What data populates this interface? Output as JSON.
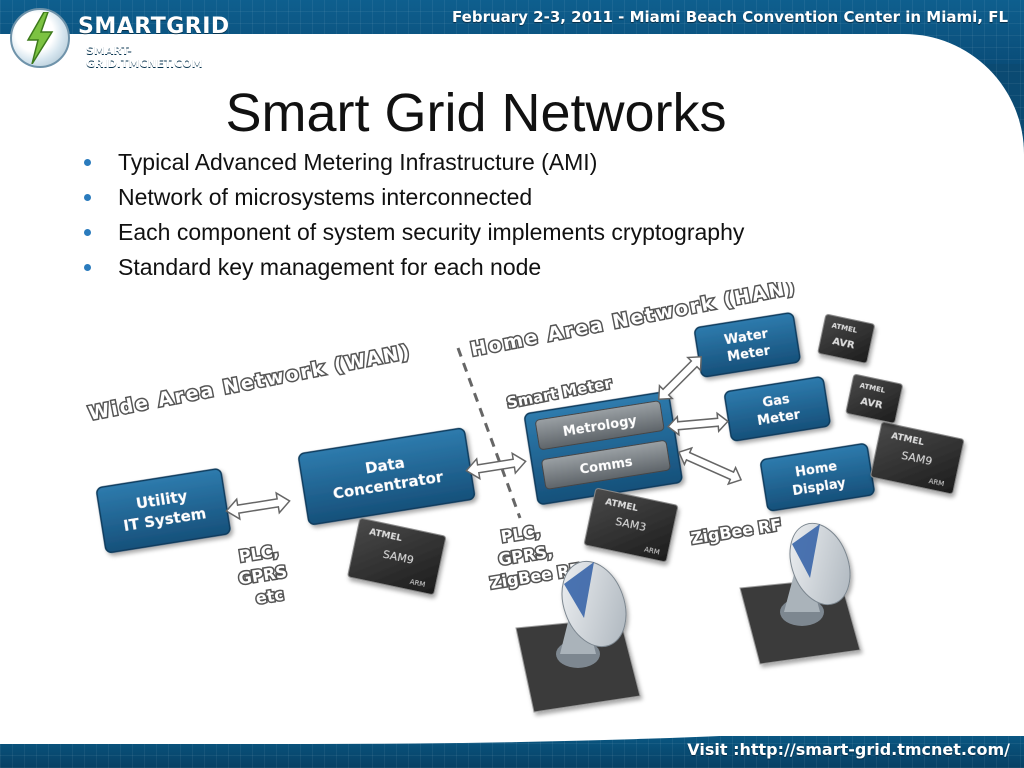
{
  "header": {
    "logo_brand": "SMARTGRID",
    "logo_sub": "SMART-GRID.TMCNET.COM",
    "event_info": "February 2-3, 2011 - Miami Beach Convention Center in Miami, FL"
  },
  "slide": {
    "title": "Smart Grid Networks",
    "bullets": [
      "Typical Advanced Metering Infrastructure (AMI)",
      "Network of microsystems interconnected",
      "Each component of system security implements cryptography",
      "Standard key management for each node"
    ]
  },
  "diagram": {
    "wan_label": "Wide Area Network (WAN)",
    "han_label": "Home Area Network (HAN)",
    "smart_meter_label": "Smart Meter",
    "boxes": {
      "utility": [
        "Utility",
        "IT System"
      ],
      "concentrator": [
        "Data",
        "Concentrator"
      ],
      "metrology": "Metrology",
      "comms": "Comms",
      "water": [
        "Water",
        "Meter"
      ],
      "gas": [
        "Gas",
        "Meter"
      ],
      "home": [
        "Home",
        "Display"
      ]
    },
    "link_labels": {
      "plc_gprs_etc": [
        "PLC,",
        "GPRS",
        "etc"
      ],
      "plc_gprs_zigbee": [
        "PLC,",
        "GPRS,",
        "ZigBee RF"
      ],
      "zigbee": "ZigBee RF"
    },
    "chips": {
      "sam9_a": "SAM9",
      "sam3": "SAM3",
      "sam9_b": "SAM9",
      "avr_a": "AVR",
      "avr_b": "AVR",
      "brand": "ATMEL",
      "arm": "ARM"
    }
  },
  "footer": {
    "visit": "Visit :http://smart-grid.tmcnet.com/"
  },
  "colors": {
    "frame": "#0a4d79",
    "box": "#1c5d88",
    "box_top": "#2a73a3",
    "chip": "#2b2b2b",
    "bullet": "#2a7bbd"
  }
}
